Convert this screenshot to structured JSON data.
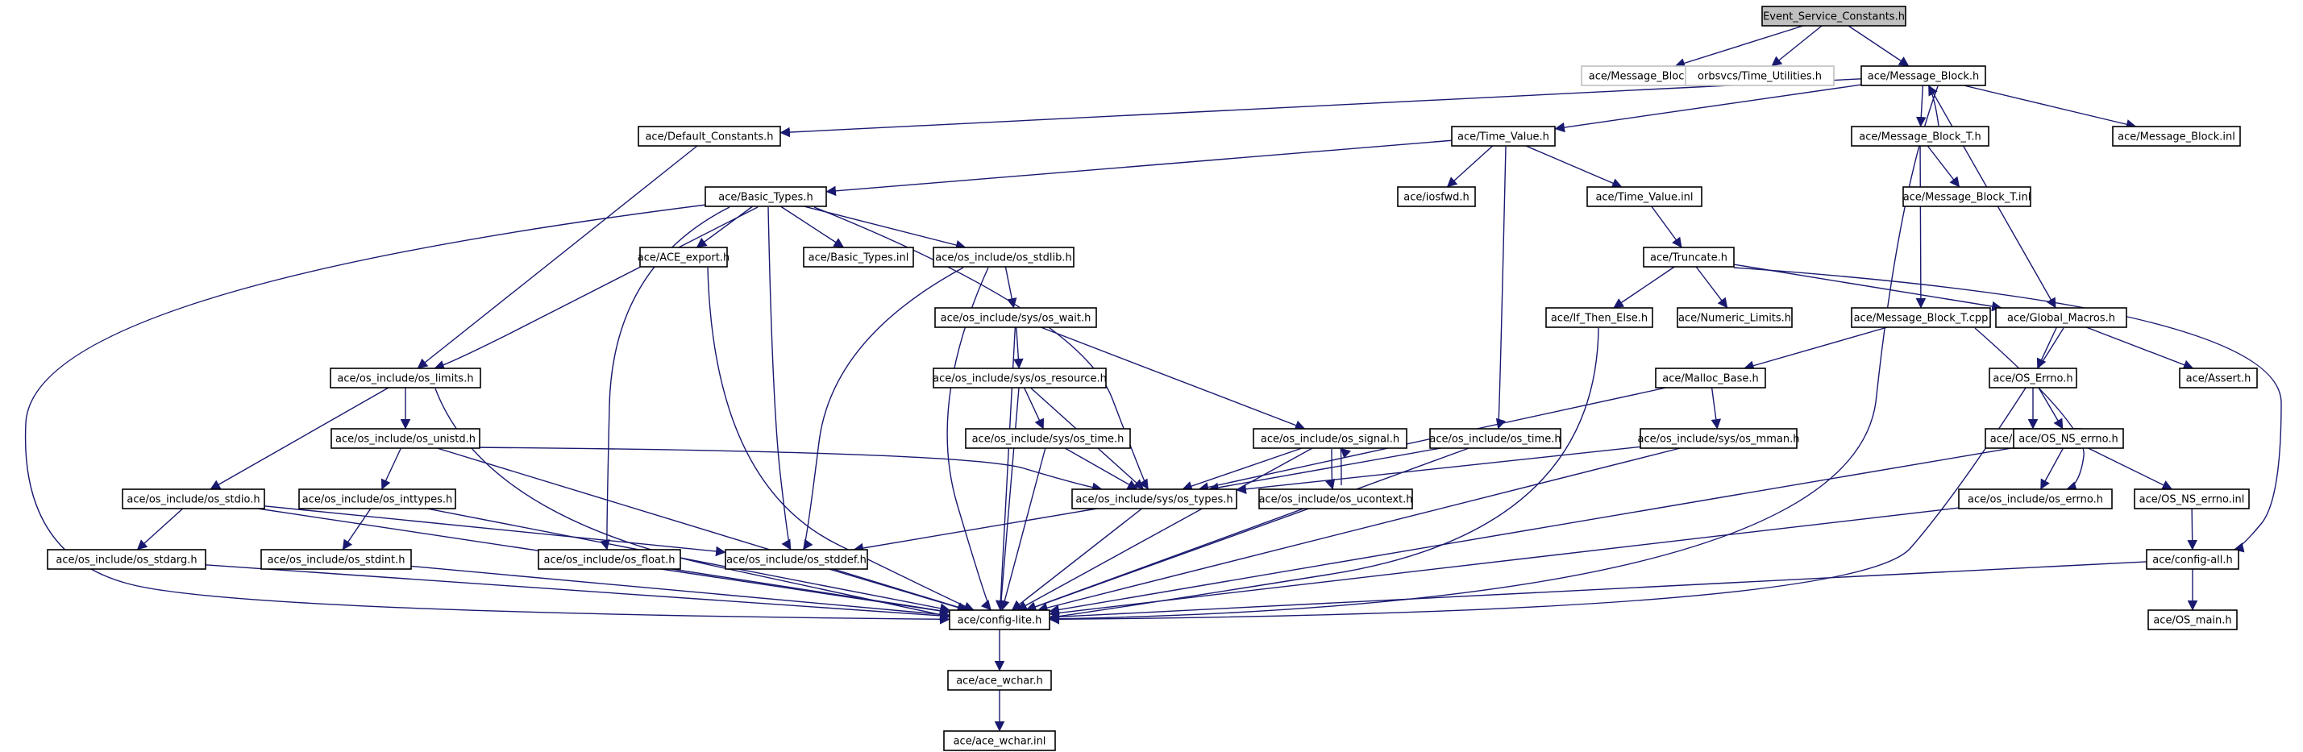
{
  "colors": {
    "edge": "#191970",
    "root_fill": "#c0c0c0",
    "node_border": "#000000",
    "ghost_border": "#c0c0c0",
    "background": "#ffffff"
  },
  "nodes": {
    "root": {
      "label": "Event_Service_Constants.h",
      "style": "root"
    },
    "mb_plain": {
      "label": "ace/Message_Block.h",
      "style": "ghost"
    },
    "time_util": {
      "label": "orbsvcs/Time_Utilities.h",
      "style": "ghost"
    },
    "mb": {
      "label": "ace/Message_Block.h"
    },
    "default_const": {
      "label": "ace/Default_Constants.h"
    },
    "time_value": {
      "label": "ace/Time_Value.h"
    },
    "mbt": {
      "label": "ace/Message_Block_T.h"
    },
    "mb_inl": {
      "label": "ace/Message_Block.inl"
    },
    "basic_types": {
      "label": "ace/Basic_Types.h"
    },
    "iosfwd": {
      "label": "ace/iosfwd.h"
    },
    "tv_inl": {
      "label": "ace/Time_Value.inl"
    },
    "mbt_inl": {
      "label": "ace/Message_Block_T.inl"
    },
    "ace_export": {
      "label": "ace/ACE_export.h"
    },
    "bt_inl": {
      "label": "ace/Basic_Types.inl"
    },
    "os_stdlib": {
      "label": "ace/os_include/os_stdlib.h"
    },
    "truncate": {
      "label": "ace/Truncate.h"
    },
    "os_wait": {
      "label": "ace/os_include/sys/os_wait.h"
    },
    "if_then": {
      "label": "ace/If_Then_Else.h"
    },
    "numeric": {
      "label": "ace/Numeric_Limits.h"
    },
    "mbt_cpp": {
      "label": "ace/Message_Block_T.cpp"
    },
    "global_macros": {
      "label": "ace/Global_Macros.h"
    },
    "os_limits": {
      "label": "ace/os_include/os_limits.h"
    },
    "os_resource": {
      "label": "ace/os_include/sys/os_resource.h"
    },
    "malloc_base": {
      "label": "ace/Malloc_Base.h"
    },
    "os_errno_h": {
      "label": "ace/OS_Errno.h"
    },
    "assert": {
      "label": "ace/Assert.h"
    },
    "os_unistd": {
      "label": "ace/os_include/os_unistd.h"
    },
    "sys_time": {
      "label": "ace/os_include/sys/os_time.h"
    },
    "os_signal": {
      "label": "ace/os_include/os_signal.h"
    },
    "os_time": {
      "label": "ace/os_include/os_time.h"
    },
    "os_mman": {
      "label": "ace/os_include/sys/os_mman.h"
    },
    "os_errno_inl": {
      "label": "ace/OS_Errno.inl"
    },
    "ns_errno": {
      "label": "ace/OS_NS_errno.h"
    },
    "os_stdio": {
      "label": "ace/os_include/os_stdio.h"
    },
    "os_inttypes": {
      "label": "ace/os_include/os_inttypes.h"
    },
    "os_types": {
      "label": "ace/os_include/sys/os_types.h"
    },
    "os_ucontext": {
      "label": "ace/os_include/os_ucontext.h"
    },
    "os_errno_inc": {
      "label": "ace/os_include/os_errno.h"
    },
    "ns_errno_inl": {
      "label": "ace/OS_NS_errno.inl"
    },
    "os_stdarg": {
      "label": "ace/os_include/os_stdarg.h"
    },
    "os_stdint": {
      "label": "ace/os_include/os_stdint.h"
    },
    "os_float": {
      "label": "ace/os_include/os_float.h"
    },
    "os_stddef": {
      "label": "ace/os_include/os_stddef.h"
    },
    "config_all": {
      "label": "ace/config-all.h"
    },
    "config_lite": {
      "label": "ace/config-lite.h"
    },
    "os_main": {
      "label": "ace/OS_main.h"
    },
    "ace_wchar": {
      "label": "ace/ace_wchar.h"
    },
    "ace_wchar_inl": {
      "label": "ace/ace_wchar.inl"
    }
  },
  "edges": [
    [
      "root",
      "mb_plain"
    ],
    [
      "root",
      "time_util"
    ],
    [
      "root",
      "mb"
    ],
    [
      "mb",
      "default_const"
    ],
    [
      "mb",
      "time_value"
    ],
    [
      "mb",
      "mbt"
    ],
    [
      "mb",
      "mb_inl"
    ],
    [
      "mb",
      "global_macros"
    ],
    [
      "mb",
      "config_lite"
    ],
    [
      "mbt",
      "mb"
    ],
    [
      "mbt",
      "mbt_inl"
    ],
    [
      "mbt",
      "mbt_cpp"
    ],
    [
      "default_const",
      "os_limits"
    ],
    [
      "time_value",
      "basic_types"
    ],
    [
      "time_value",
      "iosfwd"
    ],
    [
      "time_value",
      "tv_inl"
    ],
    [
      "time_value",
      "os_time"
    ],
    [
      "tv_inl",
      "truncate"
    ],
    [
      "truncate",
      "if_then"
    ],
    [
      "truncate",
      "numeric"
    ],
    [
      "truncate",
      "global_macros"
    ],
    [
      "truncate",
      "config_all"
    ],
    [
      "basic_types",
      "ace_export"
    ],
    [
      "basic_types",
      "bt_inl"
    ],
    [
      "basic_types",
      "os_stdlib"
    ],
    [
      "basic_types",
      "os_limits"
    ],
    [
      "basic_types",
      "os_float"
    ],
    [
      "basic_types",
      "os_stddef"
    ],
    [
      "basic_types",
      "os_types"
    ],
    [
      "basic_types",
      "config_lite"
    ],
    [
      "ace_export",
      "config_lite"
    ],
    [
      "os_stdlib",
      "os_wait"
    ],
    [
      "os_stdlib",
      "os_stddef"
    ],
    [
      "os_stdlib",
      "config_lite"
    ],
    [
      "os_wait",
      "os_resource"
    ],
    [
      "os_wait",
      "os_signal"
    ],
    [
      "os_wait",
      "config_lite"
    ],
    [
      "os_resource",
      "sys_time"
    ],
    [
      "os_resource",
      "os_types"
    ],
    [
      "os_resource",
      "config_lite"
    ],
    [
      "sys_time",
      "os_types"
    ],
    [
      "sys_time",
      "config_lite"
    ],
    [
      "os_signal",
      "os_types"
    ],
    [
      "os_signal",
      "os_ucontext"
    ],
    [
      "os_signal",
      "config_lite"
    ],
    [
      "os_ucontext",
      "os_signal"
    ],
    [
      "os_ucontext",
      "config_lite"
    ],
    [
      "os_time",
      "os_types"
    ],
    [
      "os_time",
      "config_lite"
    ],
    [
      "if_then",
      "config_lite"
    ],
    [
      "mbt_cpp",
      "malloc_base"
    ],
    [
      "mbt_cpp",
      "os_errno_inc"
    ],
    [
      "malloc_base",
      "os_mman"
    ],
    [
      "malloc_base",
      "os_types"
    ],
    [
      "os_mman",
      "os_types"
    ],
    [
      "os_mman",
      "config_lite"
    ],
    [
      "global_macros",
      "os_errno_h"
    ],
    [
      "global_macros",
      "assert"
    ],
    [
      "global_macros",
      "config_lite"
    ],
    [
      "os_errno_h",
      "os_errno_inl"
    ],
    [
      "os_errno_h",
      "ns_errno"
    ],
    [
      "ns_errno",
      "os_errno_inc"
    ],
    [
      "ns_errno",
      "ns_errno_inl"
    ],
    [
      "ns_errno",
      "config_lite"
    ],
    [
      "ns_errno_inl",
      "config_all"
    ],
    [
      "os_errno_inc",
      "config_lite"
    ],
    [
      "config_all",
      "config_lite"
    ],
    [
      "config_all",
      "os_main"
    ],
    [
      "os_limits",
      "os_unistd"
    ],
    [
      "os_limits",
      "os_stdio"
    ],
    [
      "os_limits",
      "config_lite"
    ],
    [
      "os_unistd",
      "os_inttypes"
    ],
    [
      "os_unistd",
      "os_types"
    ],
    [
      "os_unistd",
      "config_lite"
    ],
    [
      "os_inttypes",
      "os_stdint"
    ],
    [
      "os_inttypes",
      "config_lite"
    ],
    [
      "os_stdio",
      "os_stdarg"
    ],
    [
      "os_stdio",
      "os_stddef"
    ],
    [
      "os_stdio",
      "config_lite"
    ],
    [
      "os_stdarg",
      "config_lite"
    ],
    [
      "os_stdint",
      "config_lite"
    ],
    [
      "os_float",
      "config_lite"
    ],
    [
      "os_types",
      "os_stddef"
    ],
    [
      "os_types",
      "config_lite"
    ],
    [
      "os_stddef",
      "config_lite"
    ],
    [
      "config_lite",
      "ace_wchar"
    ],
    [
      "ace_wchar",
      "ace_wchar_inl"
    ]
  ]
}
